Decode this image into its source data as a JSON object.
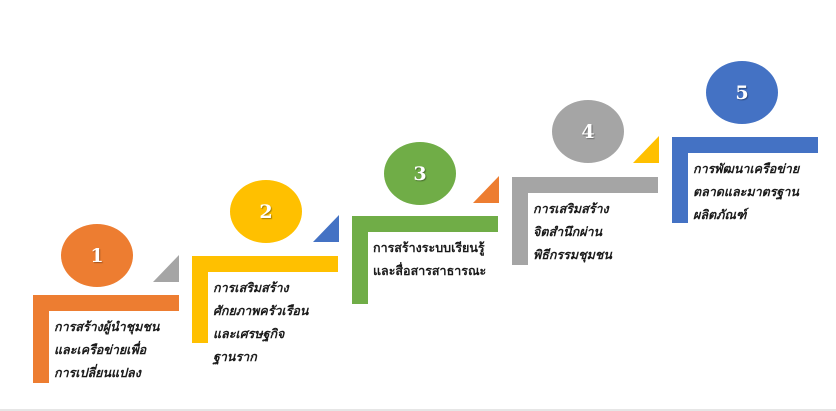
{
  "steps": [
    {
      "number": "1",
      "color": "#ED7D31",
      "triangle_color": "#A5A5A5",
      "lines": [
        "การสร้างผู้นำชุมชน",
        "และเครือข่ายเพื่อ",
        "การเปลี่ยนแปลง"
      ]
    },
    {
      "number": "2",
      "color": "#FFC000",
      "triangle_color": "#4472C4",
      "lines": [
        "การเสริมสร้าง",
        "ศักยภาพครัวเรือน",
        "และเศรษฐกิจ",
        "ฐานราก"
      ]
    },
    {
      "number": "3",
      "color": "#70AD47",
      "triangle_color": "#ED7D31",
      "lines": [
        "การสร้างระบบเรียนรู้",
        "และสื่อสารสาธารณะ"
      ]
    },
    {
      "number": "4",
      "color": "#A5A5A5",
      "triangle_color": "#FFC000",
      "lines": [
        "การเสริมสร้าง",
        "จิตสำนึกผ่าน",
        "พิธีกรรมชุมชน"
      ]
    },
    {
      "number": "5",
      "color": "#4472C4",
      "lines": [
        "การพัฒนาเครือข่าย",
        "ตลาดและมาตรฐาน",
        "ผลิตภัณฑ์"
      ]
    }
  ]
}
